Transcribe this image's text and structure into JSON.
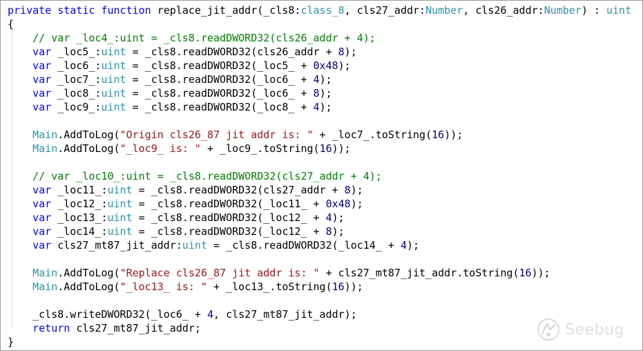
{
  "code": {
    "lines": [
      [
        {
          "t": "kw",
          "v": "private static function "
        },
        {
          "t": "pl",
          "v": "replace_jit_addr(_cls8:"
        },
        {
          "t": "ty",
          "v": "class_8"
        },
        {
          "t": "pl",
          "v": ", cls27_addr:"
        },
        {
          "t": "ty",
          "v": "Number"
        },
        {
          "t": "pl",
          "v": ", cls26_addr:"
        },
        {
          "t": "ty",
          "v": "Number"
        },
        {
          "t": "pl",
          "v": ") : "
        },
        {
          "t": "ty",
          "v": "uint"
        }
      ],
      [
        {
          "t": "pl",
          "v": "{"
        }
      ],
      [
        {
          "t": "pl",
          "v": "    "
        },
        {
          "t": "cm",
          "v": "// var _loc4_:uint = _cls8.readDWORD32(cls26_addr + 4);"
        }
      ],
      [
        {
          "t": "pl",
          "v": "    "
        },
        {
          "t": "kw",
          "v": "var"
        },
        {
          "t": "pl",
          "v": " _loc5_:"
        },
        {
          "t": "ty",
          "v": "uint"
        },
        {
          "t": "pl",
          "v": " = _cls8.readDWORD32(cls26_addr + "
        },
        {
          "t": "nm",
          "v": "8"
        },
        {
          "t": "pl",
          "v": ");"
        }
      ],
      [
        {
          "t": "pl",
          "v": "    "
        },
        {
          "t": "kw",
          "v": "var"
        },
        {
          "t": "pl",
          "v": " _loc6_:"
        },
        {
          "t": "ty",
          "v": "uint"
        },
        {
          "t": "pl",
          "v": " = _cls8.readDWORD32(_loc5_ + "
        },
        {
          "t": "nm",
          "v": "0x48"
        },
        {
          "t": "pl",
          "v": ");"
        }
      ],
      [
        {
          "t": "pl",
          "v": "    "
        },
        {
          "t": "kw",
          "v": "var"
        },
        {
          "t": "pl",
          "v": " _loc7_:"
        },
        {
          "t": "ty",
          "v": "uint"
        },
        {
          "t": "pl",
          "v": " = _cls8.readDWORD32(_loc6_ + "
        },
        {
          "t": "nm",
          "v": "4"
        },
        {
          "t": "pl",
          "v": ");"
        }
      ],
      [
        {
          "t": "pl",
          "v": "    "
        },
        {
          "t": "kw",
          "v": "var"
        },
        {
          "t": "pl",
          "v": " _loc8_:"
        },
        {
          "t": "ty",
          "v": "uint"
        },
        {
          "t": "pl",
          "v": " = _cls8.readDWORD32(_loc6_ + "
        },
        {
          "t": "nm",
          "v": "8"
        },
        {
          "t": "pl",
          "v": ");"
        }
      ],
      [
        {
          "t": "pl",
          "v": "    "
        },
        {
          "t": "kw",
          "v": "var"
        },
        {
          "t": "pl",
          "v": " _loc9_:"
        },
        {
          "t": "ty",
          "v": "uint"
        },
        {
          "t": "pl",
          "v": " = _cls8.readDWORD32(_loc8_ + "
        },
        {
          "t": "nm",
          "v": "4"
        },
        {
          "t": "pl",
          "v": ");"
        }
      ],
      [],
      [
        {
          "t": "pl",
          "v": "    "
        },
        {
          "t": "ty",
          "v": "Main"
        },
        {
          "t": "pl",
          "v": ".AddToLog("
        },
        {
          "t": "st",
          "v": "\"Origin cls26_87 jit addr is: \""
        },
        {
          "t": "pl",
          "v": " + _loc7_.toString("
        },
        {
          "t": "nm",
          "v": "16"
        },
        {
          "t": "pl",
          "v": "));"
        }
      ],
      [
        {
          "t": "pl",
          "v": "    "
        },
        {
          "t": "ty",
          "v": "Main"
        },
        {
          "t": "pl",
          "v": ".AddToLog("
        },
        {
          "t": "st",
          "v": "\"_loc9_ is: \""
        },
        {
          "t": "pl",
          "v": " + _loc9_.toString("
        },
        {
          "t": "nm",
          "v": "16"
        },
        {
          "t": "pl",
          "v": "));"
        }
      ],
      [],
      [
        {
          "t": "pl",
          "v": "    "
        },
        {
          "t": "cm",
          "v": "// var _loc10_:uint = _cls8.readDWORD32(cls27_addr + 4);"
        }
      ],
      [
        {
          "t": "pl",
          "v": "    "
        },
        {
          "t": "kw",
          "v": "var"
        },
        {
          "t": "pl",
          "v": " _loc11_:"
        },
        {
          "t": "ty",
          "v": "uint"
        },
        {
          "t": "pl",
          "v": " = _cls8.readDWORD32(cls27_addr + "
        },
        {
          "t": "nm",
          "v": "8"
        },
        {
          "t": "pl",
          "v": ");"
        }
      ],
      [
        {
          "t": "pl",
          "v": "    "
        },
        {
          "t": "kw",
          "v": "var"
        },
        {
          "t": "pl",
          "v": " _loc12_:"
        },
        {
          "t": "ty",
          "v": "uint"
        },
        {
          "t": "pl",
          "v": " = _cls8.readDWORD32(_loc11_ + "
        },
        {
          "t": "nm",
          "v": "0x48"
        },
        {
          "t": "pl",
          "v": ");"
        }
      ],
      [
        {
          "t": "pl",
          "v": "    "
        },
        {
          "t": "kw",
          "v": "var"
        },
        {
          "t": "pl",
          "v": " _loc13_:"
        },
        {
          "t": "ty",
          "v": "uint"
        },
        {
          "t": "pl",
          "v": " = _cls8.readDWORD32(_loc12_ + "
        },
        {
          "t": "nm",
          "v": "4"
        },
        {
          "t": "pl",
          "v": ");"
        }
      ],
      [
        {
          "t": "pl",
          "v": "    "
        },
        {
          "t": "kw",
          "v": "var"
        },
        {
          "t": "pl",
          "v": " _loc14_:"
        },
        {
          "t": "ty",
          "v": "uint"
        },
        {
          "t": "pl",
          "v": " = _cls8.readDWORD32(_loc12_ + "
        },
        {
          "t": "nm",
          "v": "8"
        },
        {
          "t": "pl",
          "v": ");"
        }
      ],
      [
        {
          "t": "pl",
          "v": "    "
        },
        {
          "t": "kw",
          "v": "var"
        },
        {
          "t": "pl",
          "v": " cls27_mt87_jit_addr:"
        },
        {
          "t": "ty",
          "v": "uint"
        },
        {
          "t": "pl",
          "v": " = _cls8.readDWORD32(_loc14_ + "
        },
        {
          "t": "nm",
          "v": "4"
        },
        {
          "t": "pl",
          "v": ");"
        }
      ],
      [],
      [
        {
          "t": "pl",
          "v": "    "
        },
        {
          "t": "ty",
          "v": "Main"
        },
        {
          "t": "pl",
          "v": ".AddToLog("
        },
        {
          "t": "st",
          "v": "\"Replace cls26_87 jit addr is: \""
        },
        {
          "t": "pl",
          "v": " + cls27_mt87_jit_addr.toString("
        },
        {
          "t": "nm",
          "v": "16"
        },
        {
          "t": "pl",
          "v": "));"
        }
      ],
      [
        {
          "t": "pl",
          "v": "    "
        },
        {
          "t": "ty",
          "v": "Main"
        },
        {
          "t": "pl",
          "v": ".AddToLog("
        },
        {
          "t": "st",
          "v": "\"_loc13_ is: \""
        },
        {
          "t": "pl",
          "v": " + _loc13_.toString("
        },
        {
          "t": "nm",
          "v": "16"
        },
        {
          "t": "pl",
          "v": "));"
        }
      ],
      [],
      [
        {
          "t": "pl",
          "v": "    _cls8.writeDWORD32(_loc6_ + "
        },
        {
          "t": "nm",
          "v": "4"
        },
        {
          "t": "pl",
          "v": ", cls27_mt87_jit_addr);"
        }
      ],
      [
        {
          "t": "pl",
          "v": "    "
        },
        {
          "t": "kw",
          "v": "return"
        },
        {
          "t": "pl",
          "v": " cls27_mt87_jit_addr;"
        }
      ],
      [
        {
          "t": "pl",
          "v": "}"
        }
      ]
    ]
  },
  "watermark": {
    "text": "Seebug",
    "icon": "seebug-bug-logo"
  },
  "colors": {
    "keyword": "#0000ff",
    "comment": "#008000",
    "string": "#a31515",
    "number": "#000080",
    "type": "#2b91af",
    "plain": "#000000",
    "background": "#ffffff"
  }
}
